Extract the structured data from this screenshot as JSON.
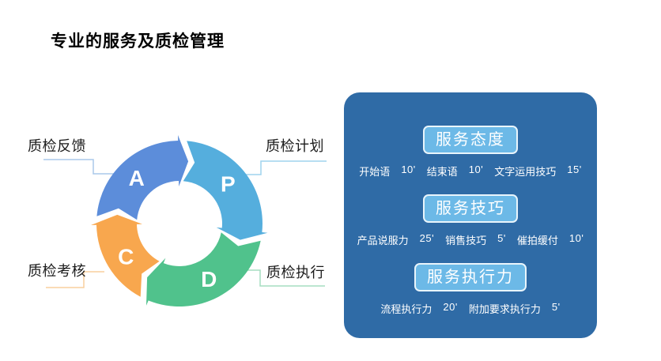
{
  "title": "专业的服务及质检管理",
  "cycle": {
    "segments": [
      {
        "letter": "P",
        "label": "质检计划",
        "color": "#55aedd",
        "line_color": "#9fd4ee"
      },
      {
        "letter": "D",
        "label": "质检执行",
        "color": "#50c28c",
        "line_color": "#a5ddc1"
      },
      {
        "letter": "C",
        "label": "质检考核",
        "color": "#f8a74e",
        "line_color": "#f9cf9e"
      },
      {
        "letter": "A",
        "label": "质检反馈",
        "color": "#5c8dda",
        "line_color": "#aac8ea"
      }
    ]
  },
  "panel": {
    "bg_color": "#2f6ba6",
    "badge_color": "#6cb9e7",
    "sections": [
      {
        "heading": "服务态度",
        "items": [
          {
            "name": "开始语",
            "value": "10'"
          },
          {
            "name": "结束语",
            "value": "10'"
          },
          {
            "name": "文字运用技巧",
            "value": "15'"
          }
        ]
      },
      {
        "heading": "服务技巧",
        "items": [
          {
            "name": "产品说服力",
            "value": "25'"
          },
          {
            "name": "销售技巧",
            "value": "5'"
          },
          {
            "name": "催拍缓付",
            "value": "10'"
          }
        ]
      },
      {
        "heading": "服务执行力",
        "items": [
          {
            "name": "流程执行力",
            "value": "20'"
          },
          {
            "name": "附加要求执行力",
            "value": "5'"
          }
        ]
      }
    ]
  }
}
